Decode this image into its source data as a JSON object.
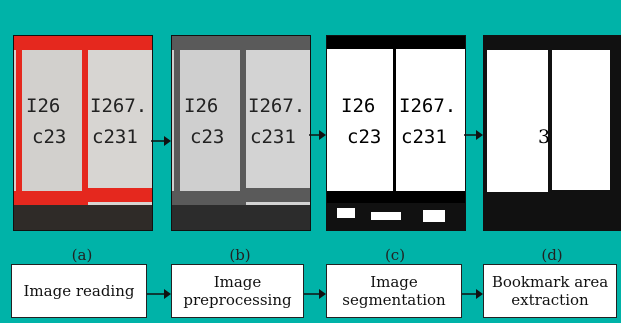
{
  "panels": [
    {
      "caption": "(a)",
      "mode": "color"
    },
    {
      "caption": "(b)",
      "mode": "gray"
    },
    {
      "caption": "(c)",
      "mode": "binary"
    },
    {
      "caption": "(d)",
      "mode": "mask"
    }
  ],
  "book_labels": {
    "left_line1": "I26",
    "left_line2": "c23",
    "right_line1": "I267.",
    "right_line2": "c231",
    "edge_digit": "3"
  },
  "steps": [
    {
      "label": "Image reading"
    },
    {
      "label": "Image\npreprocessing"
    },
    {
      "label": "Image\nsegmentation"
    },
    {
      "label": "Bookmark area\nextraction"
    }
  ],
  "colors": {
    "background": "#00b3a8",
    "tape_red": "#e5281e",
    "tape_gray": "#5a5a5a"
  }
}
